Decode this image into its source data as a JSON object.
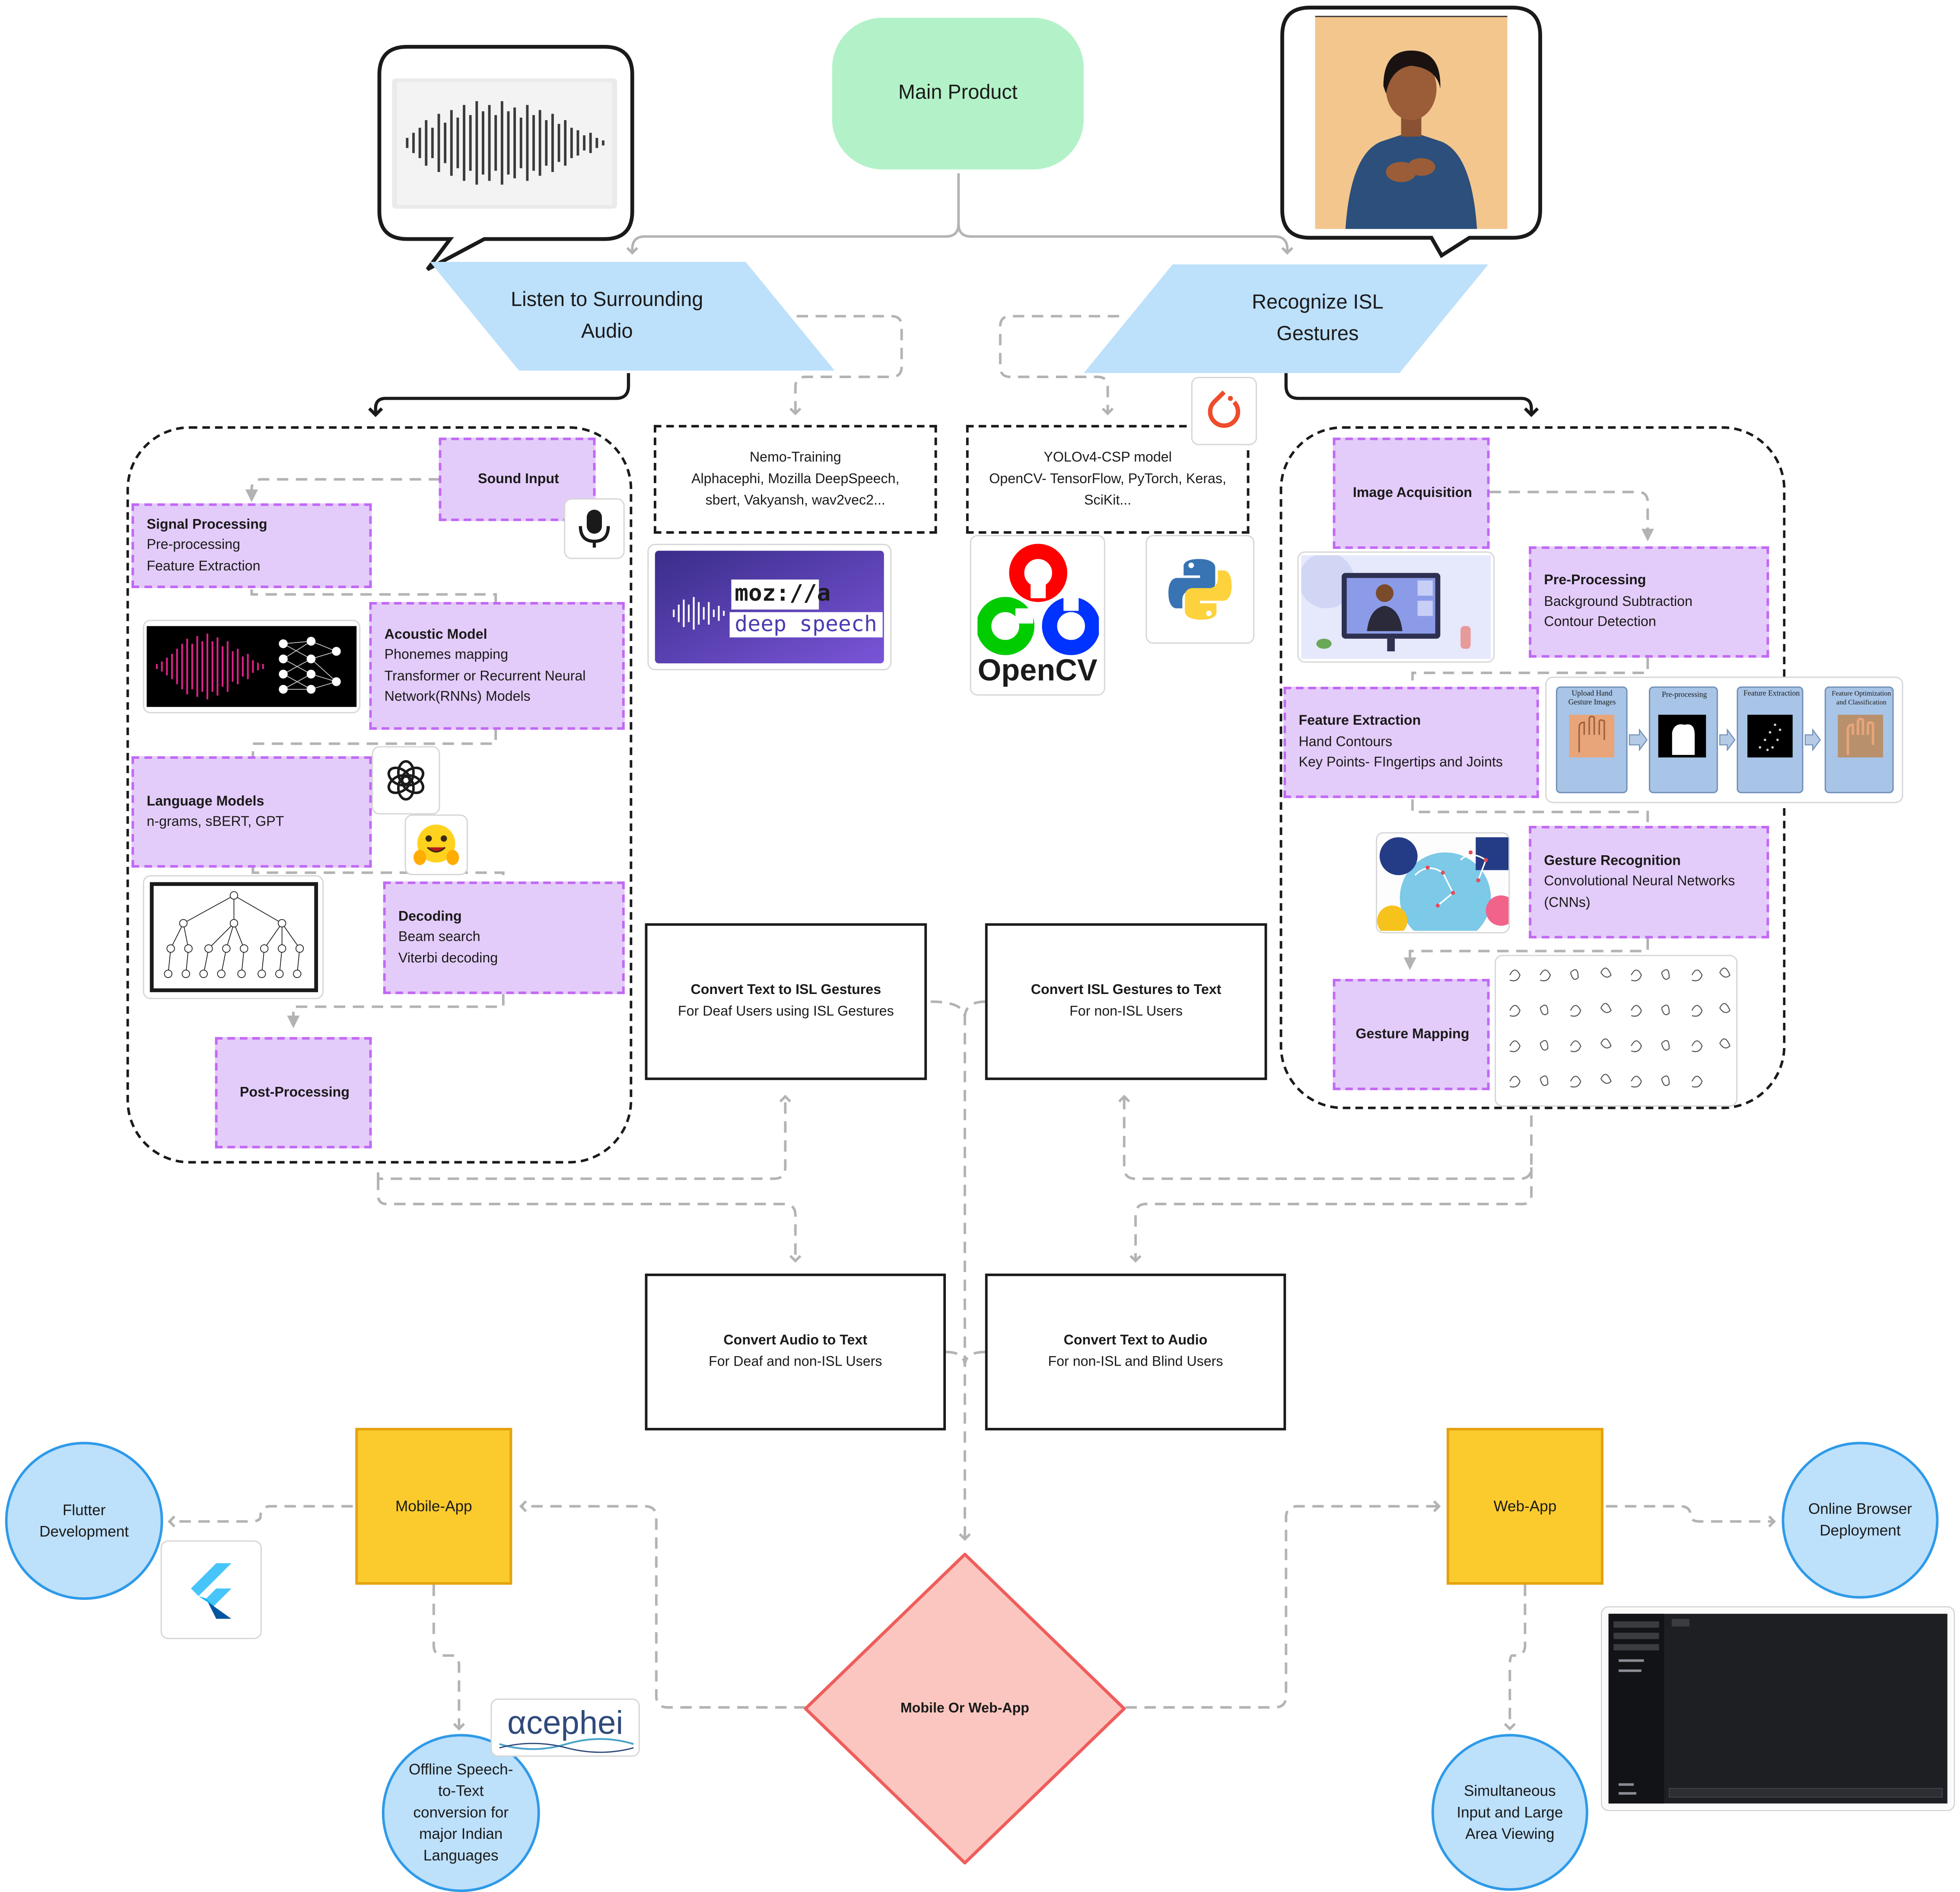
{
  "main_product": "Main Product",
  "listen_audio": {
    "line1": "Listen to Surrounding",
    "line2": "Audio"
  },
  "recognize_isl": {
    "line1": "Recognize ISL",
    "line2": "Gestures"
  },
  "nemo_box": {
    "line1": "Nemo-Training",
    "line2": "Alphacephi, Mozilla DeepSpeech,",
    "line3": "sbert, Vakyansh, wav2vec2..."
  },
  "yolo_box": {
    "line1": "YOLOv4-CSP model",
    "line2": "OpenCV- TensorFlow, PyTorch, Keras,",
    "line3": "SciKit..."
  },
  "audio_pipeline": {
    "sound_input": {
      "title": "Sound Input"
    },
    "signal_processing": {
      "title": "Signal Processing",
      "line1": "Pre-processing",
      "line2": "Feature Extraction"
    },
    "acoustic_model": {
      "title": "Acoustic Model",
      "line1": "Phonemes mapping",
      "line2": "Transformer or Recurrent Neural",
      "line3": "Network(RNNs) Models"
    },
    "language_models": {
      "title": "Language Models",
      "line1": "n-grams, sBERT, GPT"
    },
    "decoding": {
      "title": "Decoding",
      "line1": "Beam search",
      "line2": "Viterbi decoding"
    },
    "post_processing": {
      "title": "Post-Processing"
    }
  },
  "gesture_pipeline": {
    "image_acquisition": {
      "title": "Image Acquisition"
    },
    "pre_processing": {
      "title": "Pre-Processing",
      "line1": "Background Subtraction",
      "line2": "Contour Detection"
    },
    "feature_extraction": {
      "title": "Feature Extraction",
      "line1": "Hand Contours",
      "line2": "Key Points- FIngertips and Joints"
    },
    "gesture_recognition": {
      "title": "Gesture Recognition",
      "line1": "Convolutional Neural Networks",
      "line2": "(CNNs)"
    },
    "gesture_mapping": {
      "title": "Gesture Mapping"
    }
  },
  "flow_steps": {
    "upload": "Upload Hand Gesture Images",
    "preprocessing": "Pre-processing",
    "extraction": "Feature Extraction",
    "optimization": "Feature Optimization and Classification"
  },
  "outputs": {
    "text_to_isl": {
      "title": "Convert Text to ISL Gestures",
      "subtitle": "For Deaf Users using ISL Gestures"
    },
    "isl_to_text": {
      "title": "Convert ISL Gestures to Text",
      "subtitle": "For non-ISL Users"
    },
    "audio_to_text": {
      "title": "Convert Audio to Text",
      "subtitle": "For Deaf and non-ISL Users"
    },
    "text_to_audio": {
      "title": "Convert Text to Audio",
      "subtitle": "For non-ISL and Blind Users"
    }
  },
  "mobile_or_web": "Mobile Or Web-App",
  "mobile_app": "Mobile-App",
  "web_app": "Web-App",
  "flutter": {
    "line1": "Flutter",
    "line2": "Development"
  },
  "online_deploy": {
    "line1": "Online Browser",
    "line2": "Deployment"
  },
  "offline_stt": {
    "line1": "Offline Speech-",
    "line2": "to-Text",
    "line3": "conversion for",
    "line4": "major Indian",
    "line5": "Languages"
  },
  "simultaneous": {
    "line1": "Simultaneous",
    "line2": "Input and Large",
    "line3": "Area Viewing"
  },
  "logos": {
    "mozilla_line1": "moz://a",
    "mozilla_line2": "deep speech",
    "opencv": "OpenCV",
    "alphacephei": "αcephei"
  },
  "colors": {
    "main": "#b3f2c8",
    "parallelogram": "#bde0fb",
    "purple_fill": "#e4ccfa",
    "purple_border": "#c168f5",
    "yellow": "#fbcb2d",
    "circle_fill": "#bde0fb",
    "circle_border": "#2e9ae8",
    "diamond_fill": "#fbc6c0",
    "diamond_border": "#ef5d5b",
    "connector": "#b3b3b3"
  }
}
